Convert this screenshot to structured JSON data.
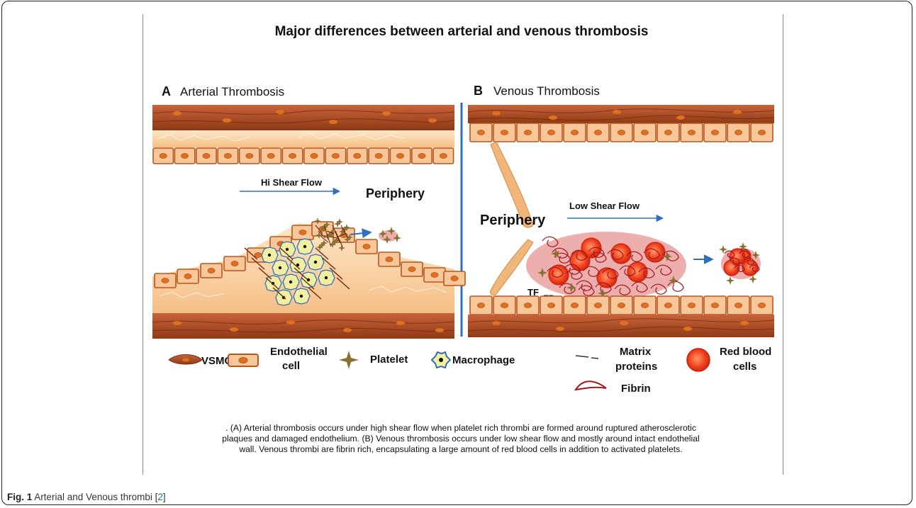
{
  "figure": {
    "title": "Major differences between arterial and venous thrombosis",
    "panel_a": {
      "letter": "A",
      "title": "Arterial Thrombosis",
      "flow_label": "Hi Shear Flow",
      "periphery_label": "Periphery"
    },
    "panel_b": {
      "letter": "B",
      "title": "Venous Thrombosis",
      "flow_label": "Low Shear Flow",
      "periphery_label": "Periphery",
      "tf1": "TF",
      "tf2": "TF"
    },
    "legend": {
      "vsmc": "VSMC",
      "endothelial_1": "Endothelial",
      "endothelial_2": "cell",
      "platelet": "Platelet",
      "macrophage": "Macrophage",
      "matrix_1": "Matrix",
      "matrix_2": "proteins",
      "rbc_1": "Red blood",
      "rbc_2": "cells",
      "fibrin": "Fibrin"
    },
    "note_lines": [
      ". (A) Arterial thrombosis occurs under high shear flow when platelet rich thrombi are formed around ruptured atherosclerotic",
      "plaques and damaged endothelium. (B) Venous thrombosis occurs under low shear flow and mostly around intact endothelial",
      "wall. Venous thrombi are fibrin rich, encapsulating a large amount of red blood cells in addition to activated platelets."
    ]
  },
  "caption": {
    "label": "Fig. 1",
    "text": "Arterial and Venous thrombi [",
    "ref": "2",
    "end": "]"
  },
  "colors": {
    "vsmc": "#a0471d",
    "endo_fill": "#f7c79a",
    "nucleus": "#e0701f",
    "arrow": "#2f6fbf",
    "rbc": "#ef3b1f",
    "fibrin": "#a3161c",
    "clot": "#e89a9a",
    "platelet": "#8a7030",
    "macrophage": "#f2f0a0"
  }
}
